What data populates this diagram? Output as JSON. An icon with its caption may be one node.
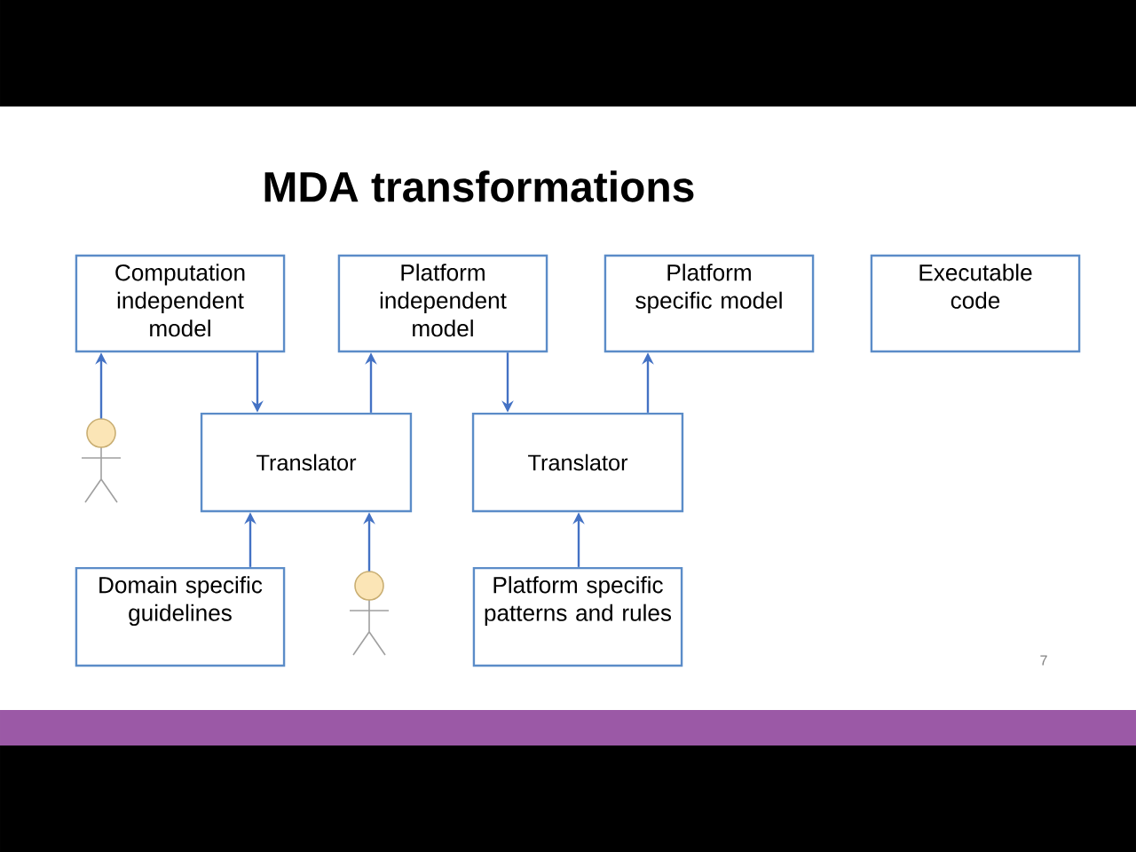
{
  "diagram": {
    "title": "MDA transformations",
    "nodes": [
      {
        "text": [
          "Computation independent model"
        ]
      },
      {
        "text": [
          "Platform independent model"
        ]
      },
      {
        "text": [
          "Platform specific model"
        ]
      },
      {
        "text": [
          "Executable code"
        ]
      },
      {
        "text": [
          "Translator"
        ]
      },
      {
        "text": [
          "Translator"
        ]
      },
      {
        "text": [
          "Domain specific guidelines"
        ]
      },
      {
        "text": [
          "Platform specific patterns and rules"
        ]
      },
      {
        "text": [],
        "shape": "person"
      },
      {
        "text": [],
        "shape": "person"
      }
    ],
    "edges": [
      {
        "from": 8,
        "to": 0,
        "arrow": "to"
      },
      {
        "from": 0,
        "to": 4,
        "arrow": "to"
      },
      {
        "from": 4,
        "to": 1,
        "arrow": "to"
      },
      {
        "from": 1,
        "to": 5,
        "arrow": "to"
      },
      {
        "from": 5,
        "to": 2,
        "arrow": "to"
      },
      {
        "from": 6,
        "to": 4,
        "arrow": "to"
      },
      {
        "from": 9,
        "to": 4,
        "arrow": "to"
      },
      {
        "from": 7,
        "to": 5,
        "arrow": "to"
      }
    ],
    "labels": [
      "7"
    ]
  }
}
